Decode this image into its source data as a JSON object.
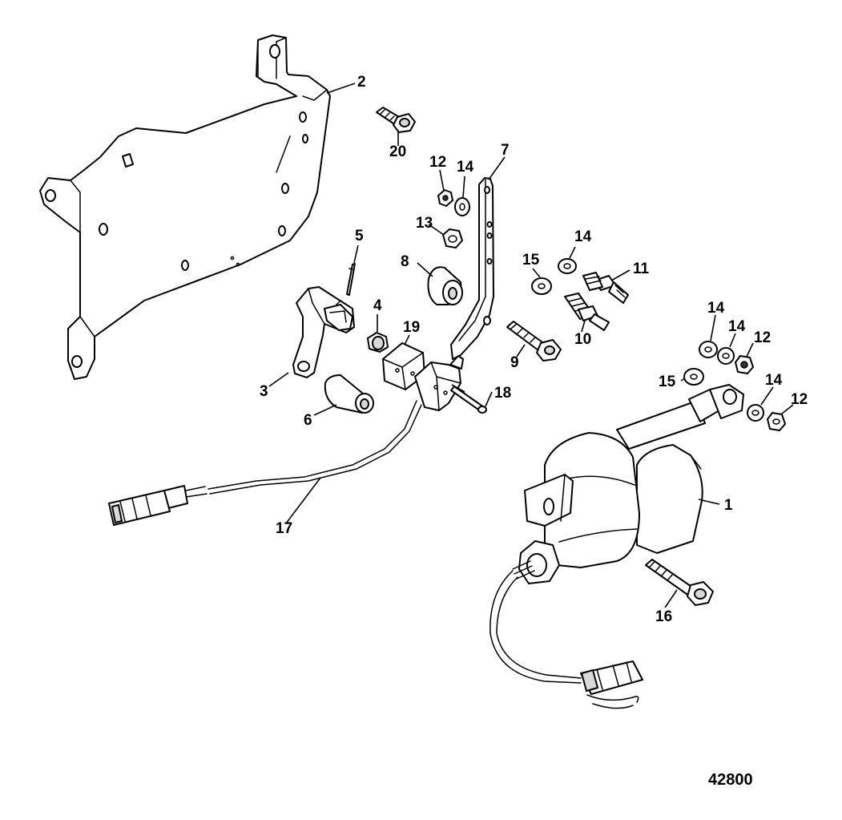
{
  "callouts": {
    "c1": "1",
    "c2": "2",
    "c3": "3",
    "c4": "4",
    "c5": "5",
    "c6": "6",
    "c7": "7",
    "c8": "8",
    "c9": "9",
    "c10": "10",
    "c11": "11",
    "c12a": "12",
    "c12b": "12",
    "c12c": "12",
    "c13": "13",
    "c14a": "14",
    "c14b": "14",
    "c14c": "14",
    "c14d": "14",
    "c14e": "14",
    "c15a": "15",
    "c15b": "15",
    "c16": "16",
    "c17": "17",
    "c18": "18",
    "c19": "19",
    "c20": "20"
  },
  "figure_number": "42800"
}
